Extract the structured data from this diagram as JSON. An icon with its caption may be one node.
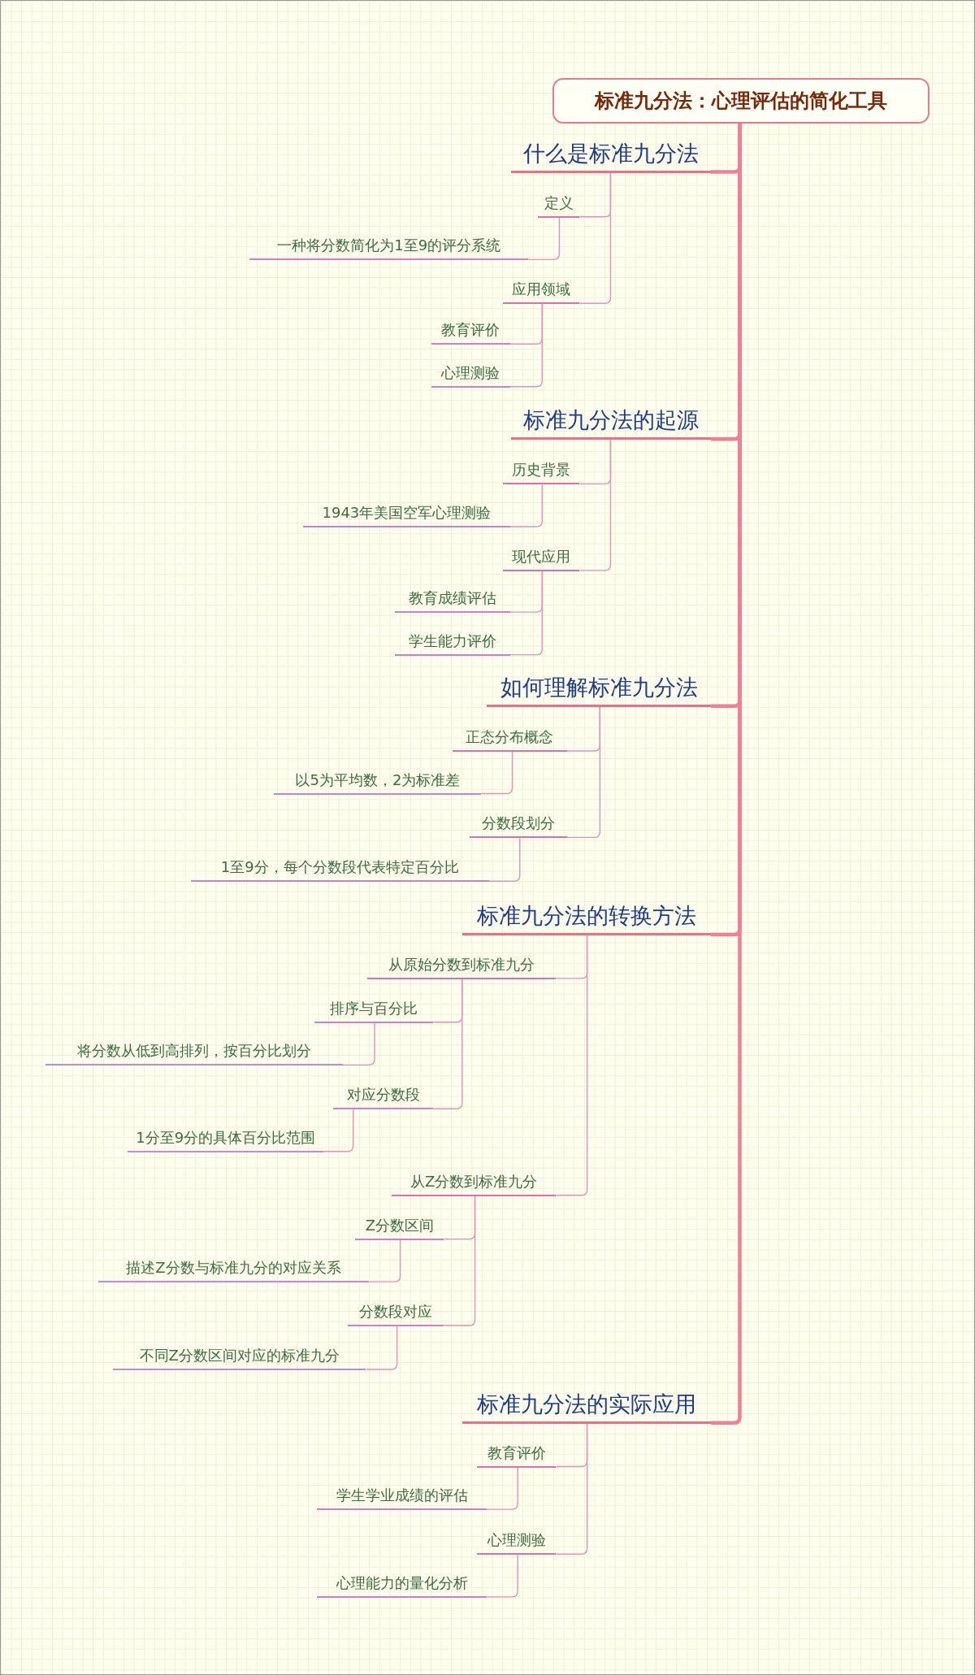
{
  "diagram": {
    "nodes": [
      {
        "text": [
          "标准九分法：心理评估的简化工具"
        ]
      },
      {
        "text": [
          "什么是标准九分法"
        ]
      },
      {
        "text": [
          "定义"
        ]
      },
      {
        "text": [
          "一种将分数简化为1至9的评分系统"
        ]
      },
      {
        "text": [
          "应用领域"
        ]
      },
      {
        "text": [
          "教育评价"
        ]
      },
      {
        "text": [
          "心理测验"
        ]
      },
      {
        "text": [
          "标准九分法的起源"
        ]
      },
      {
        "text": [
          "历史背景"
        ]
      },
      {
        "text": [
          "1943年美国空军心理测验"
        ]
      },
      {
        "text": [
          "现代应用"
        ]
      },
      {
        "text": [
          "教育成绩评估"
        ]
      },
      {
        "text": [
          "学生能力评价"
        ]
      },
      {
        "text": [
          "如何理解标准九分法"
        ]
      },
      {
        "text": [
          "正态分布概念"
        ]
      },
      {
        "text": [
          "以5为平均数，2为标准差"
        ]
      },
      {
        "text": [
          "分数段划分"
        ]
      },
      {
        "text": [
          "1至9分，每个分数段代表特定百分比"
        ]
      },
      {
        "text": [
          "标准九分法的转换方法"
        ]
      },
      {
        "text": [
          "从原始分数到标准九分"
        ]
      },
      {
        "text": [
          "排序与百分比"
        ]
      },
      {
        "text": [
          "将分数从低到高排列，按百分比划分"
        ]
      },
      {
        "text": [
          "对应分数段"
        ]
      },
      {
        "text": [
          "1分至9分的具体百分比范围"
        ]
      },
      {
        "text": [
          "从Z分数到标准九分"
        ]
      },
      {
        "text": [
          "Z分数区间"
        ]
      },
      {
        "text": [
          "描述Z分数与标准九分的对应关系"
        ]
      },
      {
        "text": [
          "分数段对应"
        ]
      },
      {
        "text": [
          "不同Z分数区间对应的标准九分"
        ]
      },
      {
        "text": [
          "标准九分法的实际应用"
        ]
      },
      {
        "text": [
          "教育评价"
        ]
      },
      {
        "text": [
          "学生学业成绩的评估"
        ]
      },
      {
        "text": [
          "心理测验"
        ]
      },
      {
        "text": [
          "心理能力的量化分析"
        ]
      }
    ],
    "edges": [
      {
        "from": 0,
        "to": 1,
        "arrow": "none",
        "style": "thick"
      },
      {
        "from": 1,
        "to": 2,
        "arrow": "none"
      },
      {
        "from": 2,
        "to": 3,
        "arrow": "none"
      },
      {
        "from": 1,
        "to": 4,
        "arrow": "none"
      },
      {
        "from": 4,
        "to": 5,
        "arrow": "none"
      },
      {
        "from": 4,
        "to": 6,
        "arrow": "none"
      },
      {
        "from": 0,
        "to": 7,
        "arrow": "none",
        "style": "thick"
      },
      {
        "from": 7,
        "to": 8,
        "arrow": "none"
      },
      {
        "from": 8,
        "to": 9,
        "arrow": "none"
      },
      {
        "from": 7,
        "to": 10,
        "arrow": "none"
      },
      {
        "from": 10,
        "to": 11,
        "arrow": "none"
      },
      {
        "from": 10,
        "to": 12,
        "arrow": "none"
      },
      {
        "from": 0,
        "to": 13,
        "arrow": "none",
        "style": "thick"
      },
      {
        "from": 13,
        "to": 14,
        "arrow": "none"
      },
      {
        "from": 14,
        "to": 15,
        "arrow": "none"
      },
      {
        "from": 13,
        "to": 16,
        "arrow": "none"
      },
      {
        "from": 16,
        "to": 17,
        "arrow": "none"
      },
      {
        "from": 0,
        "to": 18,
        "arrow": "none",
        "style": "thick"
      },
      {
        "from": 18,
        "to": 19,
        "arrow": "none"
      },
      {
        "from": 19,
        "to": 20,
        "arrow": "none"
      },
      {
        "from": 20,
        "to": 21,
        "arrow": "none"
      },
      {
        "from": 19,
        "to": 22,
        "arrow": "none"
      },
      {
        "from": 22,
        "to": 23,
        "arrow": "none"
      },
      {
        "from": 18,
        "to": 24,
        "arrow": "none"
      },
      {
        "from": 24,
        "to": 25,
        "arrow": "none"
      },
      {
        "from": 25,
        "to": 26,
        "arrow": "none"
      },
      {
        "from": 24,
        "to": 27,
        "arrow": "none"
      },
      {
        "from": 27,
        "to": 28,
        "arrow": "none"
      },
      {
        "from": 0,
        "to": 29,
        "arrow": "none",
        "style": "thick"
      },
      {
        "from": 29,
        "to": 30,
        "arrow": "none"
      },
      {
        "from": 30,
        "to": 31,
        "arrow": "none"
      },
      {
        "from": 29,
        "to": 32,
        "arrow": "none"
      },
      {
        "from": 32,
        "to": 33,
        "arrow": "none"
      }
    ]
  }
}
